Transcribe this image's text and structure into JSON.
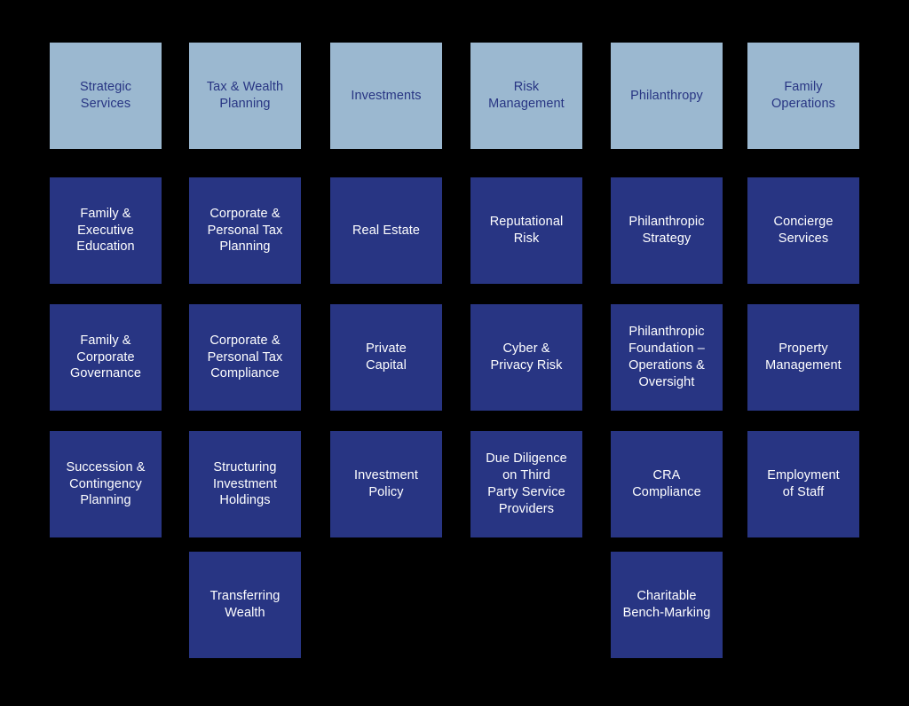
{
  "diagram": {
    "type": "category-grid",
    "colors": {
      "background": "#000000",
      "header_fill": "#9BB8D0",
      "header_text": "#283583",
      "item_fill": "#283583",
      "item_text": "#FFFFFF"
    },
    "columns": [
      {
        "header": "Strategic\nServices",
        "items": [
          "Family &\nExecutive\nEducation",
          "Family &\nCorporate\nGovernance",
          "Succession &\nContingency\nPlanning"
        ]
      },
      {
        "header": "Tax & Wealth\nPlanning",
        "items": [
          "Corporate &\nPersonal Tax\nPlanning",
          "Corporate &\nPersonal Tax\nCompliance",
          "Structuring\nInvestment\nHoldings",
          "Transferring\nWealth"
        ]
      },
      {
        "header": "Investments",
        "items": [
          "Real Estate",
          "Private\nCapital",
          "Investment\nPolicy"
        ]
      },
      {
        "header": "Risk\nManagement",
        "items": [
          "Reputational\nRisk",
          "Cyber &\nPrivacy Risk",
          "Due Diligence\non Third\nParty Service\nProviders"
        ]
      },
      {
        "header": "Philanthropy",
        "items": [
          "Philanthropic\nStrategy",
          "Philanthropic\nFoundation –\nOperations &\nOversight",
          "CRA\nCompliance",
          "Charitable\nBench-Marking"
        ]
      },
      {
        "header": "Family\nOperations",
        "items": [
          "Concierge\nServices",
          "Property\nManagement",
          "Employment\nof Staff"
        ]
      }
    ]
  }
}
